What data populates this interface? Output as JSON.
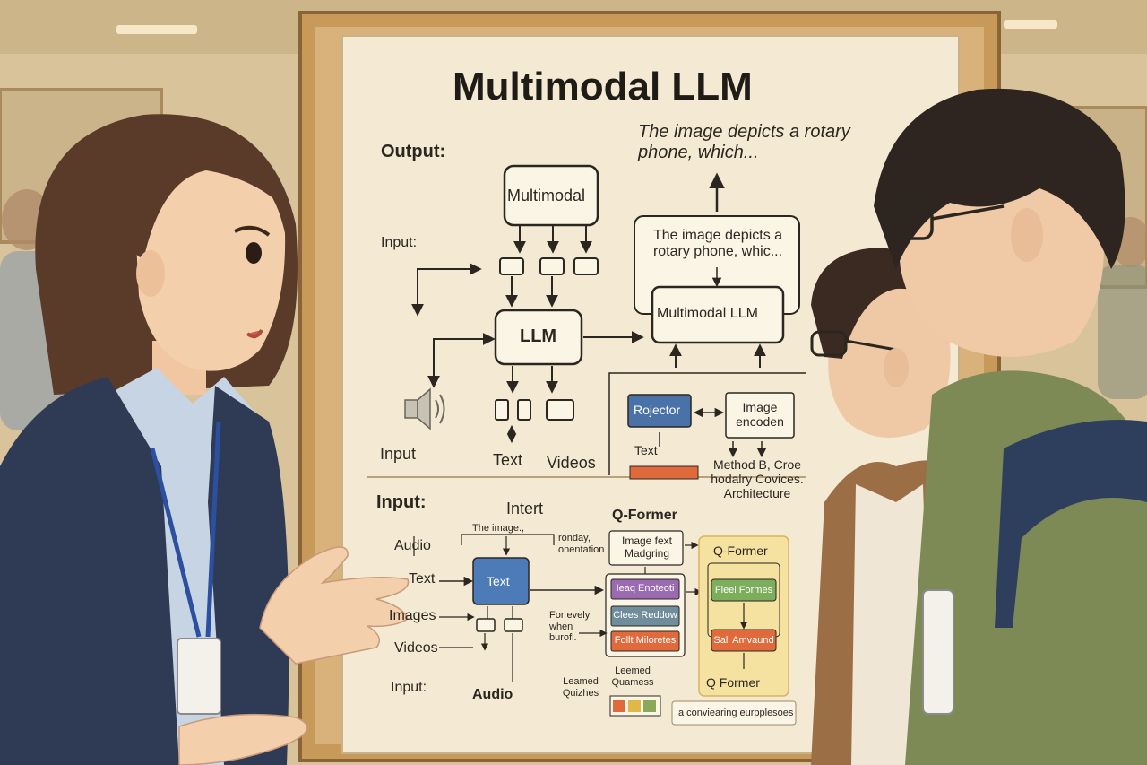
{
  "poster": {
    "title": "Multimodal LLM",
    "output_label": "Output:",
    "output_quote": "The image depicts a rotary phone, which...",
    "upper_left": {
      "input_label": "Input:",
      "multimodal_box": "Multimodal",
      "llm_box": "LLM",
      "input_label_bottom": "Input",
      "text_label": "Text",
      "videos_label": "Videos"
    },
    "upper_right": {
      "caption_box": "The image depicts a rotary phone, whic...",
      "multimodal_llm_box": "Multimodal LLM",
      "projector_box": "Rojector",
      "image_encoder_box": "Image encoden",
      "text_label": "Text",
      "method_note": "Method B, Croe hodalry Covices. Architecture"
    },
    "lower": {
      "input_label": "Input:",
      "intert_label": "Intert",
      "the_image_note": "The image.,",
      "ronday_note": "ronday, onentation",
      "audio_label": "Audio",
      "text_label": "Text",
      "images_label": "Images",
      "videos_label": "Videos",
      "input_label_bottom": "Input:",
      "audio_bottom": "Audio",
      "text_box": "Text",
      "for_evely_note": "For evely when burofl.",
      "qformer_header": "Q-Former",
      "image_text_box": "Image fext Madgring",
      "feed_box": "Ieaq Enoteoti",
      "clees_box": "Clees Reddow",
      "follt_box": "Follt Miloretes",
      "leamed_quizhes": "Leamed Quizhes",
      "leemed_quamess": "Leemed Quamess",
      "qformer_panel_title": "Q-Former",
      "fleel_box": "Fleel Formes",
      "sall_box": "Sall Amvaund",
      "qformer_panel_bottom": "Q Former",
      "caption_note": "a conviearing eurpplesoes"
    }
  },
  "colors": {
    "poster_bg": "#f4ead3",
    "frame_wood": "#c9a060",
    "projector_blue": "#4a72a8",
    "text_box_blue": "#4d7bb8",
    "purple": "#9a6bb0",
    "slate": "#6f8d9a",
    "orange": "#e06a3c",
    "green": "#7cae5c",
    "qformer_panel": "#f6e2a0"
  },
  "people": {
    "left_presenter": "woman in navy blazer with lanyard badge",
    "right_viewers": "two young men looking at the poster"
  }
}
